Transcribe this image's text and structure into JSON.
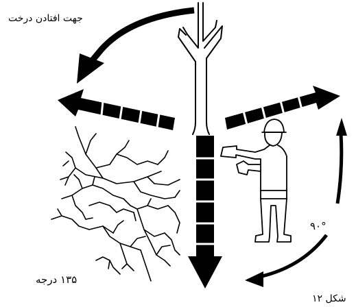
{
  "labels": {
    "fall_direction": "جهت افتادن درخت",
    "angle_90": "۹۰°",
    "angle_135": "۱۳۵ درجه",
    "figure_caption": "شکل ۱۲"
  },
  "colors": {
    "ink": "#000000",
    "background": "#ffffff"
  },
  "icons": [
    "curved-arrow-icon",
    "tree-trunk-icon",
    "segmented-arrow-icon",
    "brush-pile-icon",
    "worker-figure-icon"
  ]
}
